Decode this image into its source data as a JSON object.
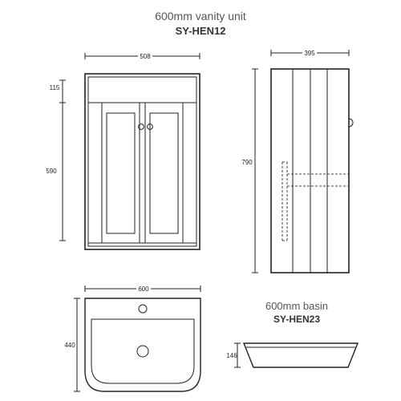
{
  "vanity": {
    "title": "600mm vanity unit",
    "code": "SY-HEN12",
    "dims": {
      "width": "508",
      "plinth_height": "115",
      "door_height": "590",
      "depth": "395",
      "total_height": "790"
    }
  },
  "basin": {
    "title": "600mm basin",
    "code": "SY-HEN23",
    "dims": {
      "width": "600",
      "depth": "440",
      "height": "146"
    }
  }
}
